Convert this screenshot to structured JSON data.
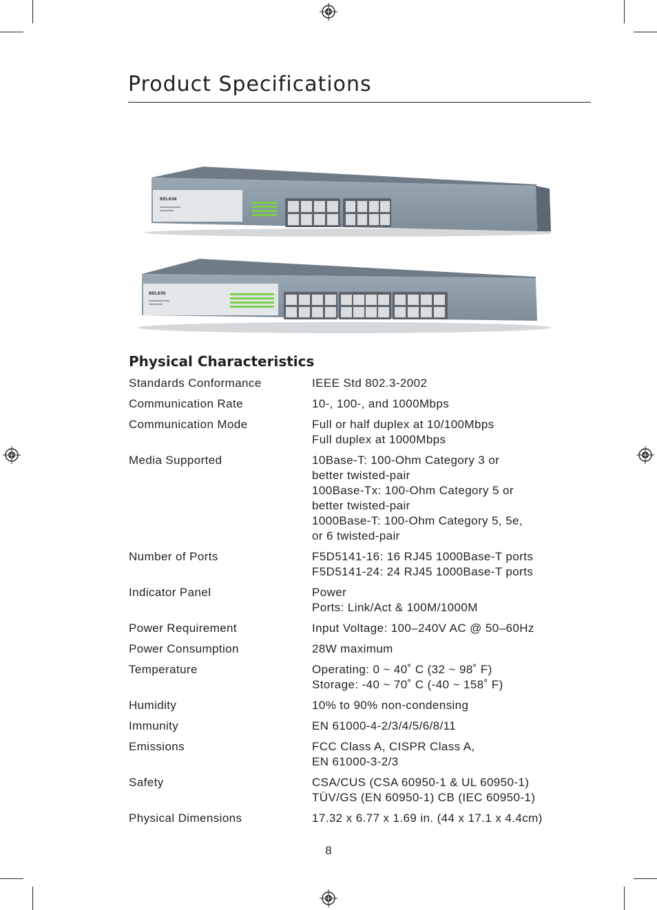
{
  "header": {
    "title": "Product Specifications"
  },
  "product_image": {
    "brand_label": "BELKIN"
  },
  "section": {
    "heading": "Physical Characteristics",
    "rows": [
      {
        "label": "Standards Conformance",
        "lines": [
          "IEEE Std 802.3-2002"
        ]
      },
      {
        "label": "Communication Rate",
        "lines": [
          "10-, 100-, and 1000Mbps"
        ]
      },
      {
        "label": "Communication Mode",
        "lines": [
          "Full or half duplex at 10/100Mbps",
          "Full duplex at 1000Mbps"
        ]
      },
      {
        "label": "Media Supported",
        "lines": [
          "10Base-T: 100-Ohm Category 3 or",
          "better twisted-pair",
          "100Base-Tx: 100-Ohm Category 5 or",
          "better twisted-pair",
          "1000Base-T: 100-Ohm Category 5, 5e,",
          "or 6 twisted-pair"
        ]
      },
      {
        "label": "Number of Ports",
        "lines": [
          "F5D5141-16: 16 RJ45 1000Base-T ports",
          "F5D5141-24: 24 RJ45 1000Base-T ports"
        ]
      },
      {
        "label": "Indicator Panel",
        "lines": [
          "Power",
          "Ports: Link/Act & 100M/1000M"
        ]
      },
      {
        "label": "Power Requirement",
        "lines": [
          "Input Voltage: 100–240V AC @ 50–60Hz"
        ]
      },
      {
        "label": "Power Consumption",
        "lines": [
          "28W maximum"
        ]
      },
      {
        "label": "Temperature",
        "lines": [
          "Operating: 0 ~ 40˚ C (32 ~ 98˚ F)",
          "Storage: -40 ~ 70˚ C (-40 ~ 158˚ F)"
        ]
      },
      {
        "label": "Humidity",
        "lines": [
          "10% to 90% non-condensing"
        ]
      },
      {
        "label": "Immunity",
        "lines": [
          "EN 61000-4-2/3/4/5/6/8/11"
        ]
      },
      {
        "label": "Emissions",
        "lines": [
          "FCC Class A, CISPR Class A,",
          "EN 61000-3-2/3"
        ]
      },
      {
        "label": "Safety",
        "lines": [
          "CSA/CUS (CSA 60950-1 & UL 60950-1)",
          "TÜV/GS (EN 60950-1) CB (IEC 60950-1)"
        ]
      },
      {
        "label": "Physical Dimensions",
        "lines": [
          "17.32 x 6.77 x 1.69 in. (44 x 17.1 x 4.4cm)"
        ]
      }
    ]
  },
  "footer": {
    "page_number": "8"
  }
}
